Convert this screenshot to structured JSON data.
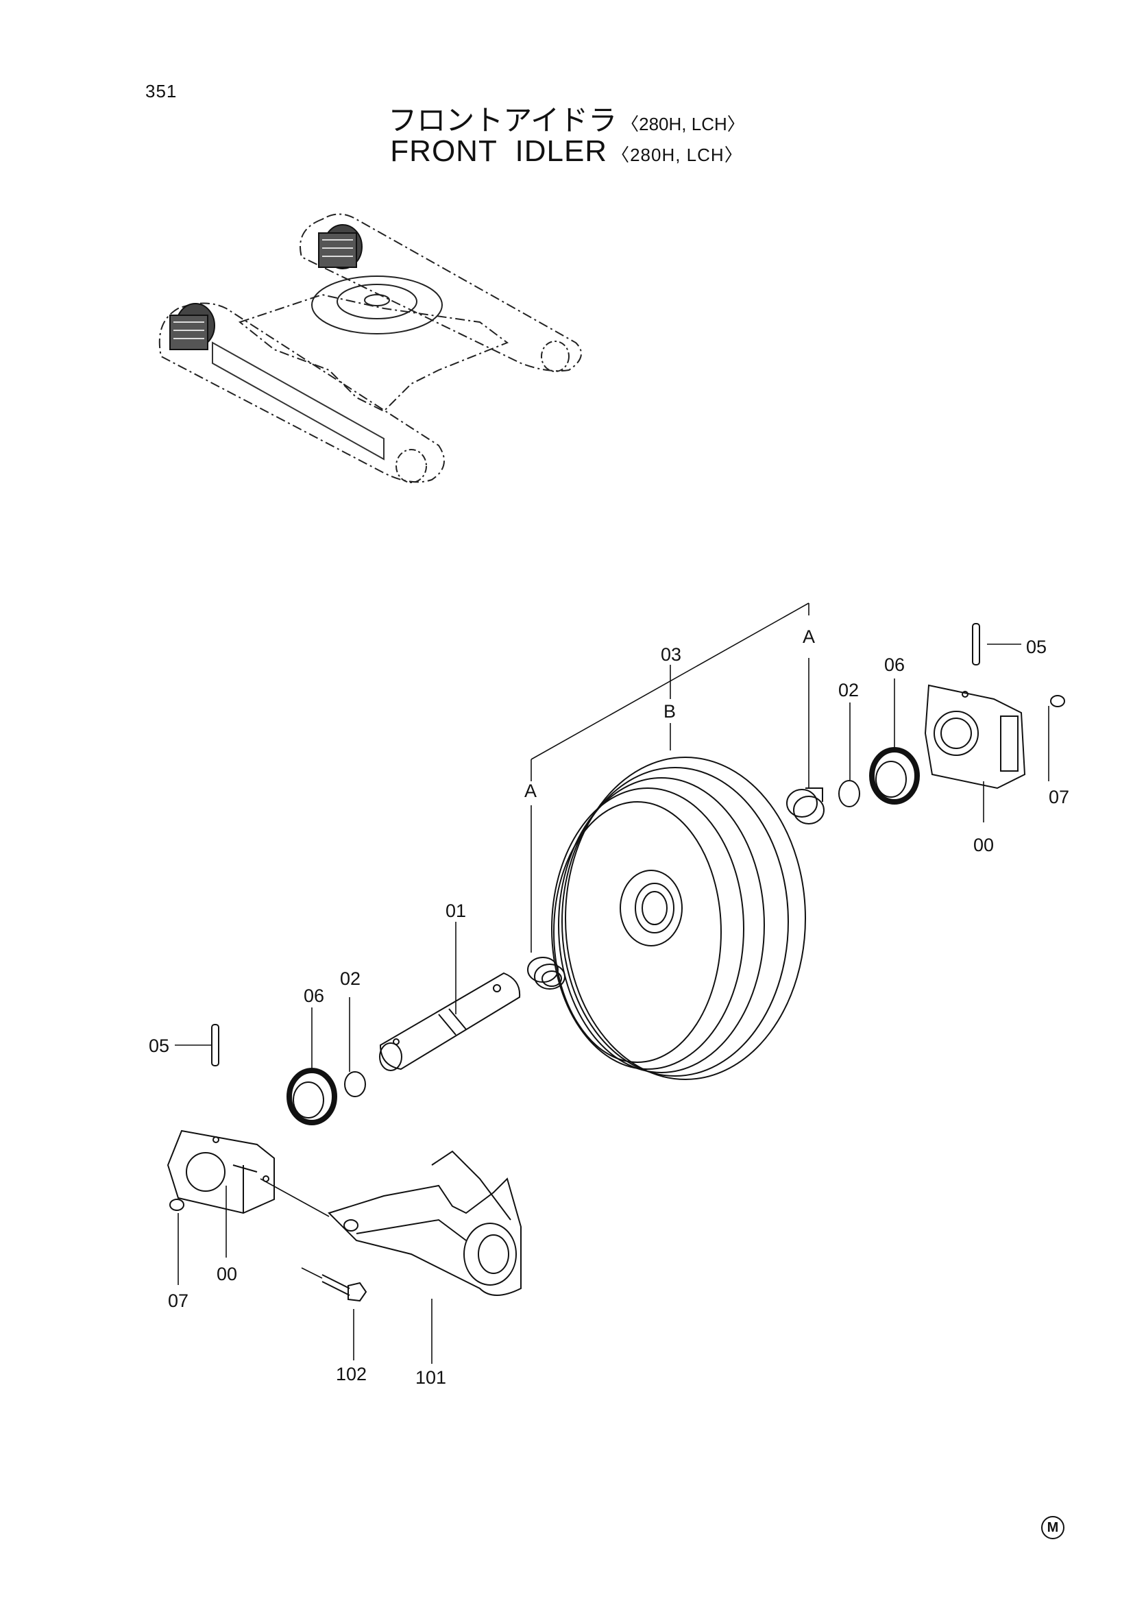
{
  "page": {
    "number": "351",
    "maker_mark": "M"
  },
  "title": {
    "japanese": "フロントアイドラ",
    "english": "FRONT  IDLER",
    "model": "〈280H, LCH〉"
  },
  "callouts": {
    "c03": "03",
    "cB": "B",
    "cA_right": "A",
    "cA_left": "A",
    "c05_right": "05",
    "c06_right": "06",
    "c02_right": "02",
    "c07_right": "07",
    "c00_right": "00",
    "c01": "01",
    "c02_left": "02",
    "c06_left": "06",
    "c05_left": "05",
    "c07_left": "07",
    "c00_left": "00",
    "c102": "102",
    "c101": "101"
  }
}
